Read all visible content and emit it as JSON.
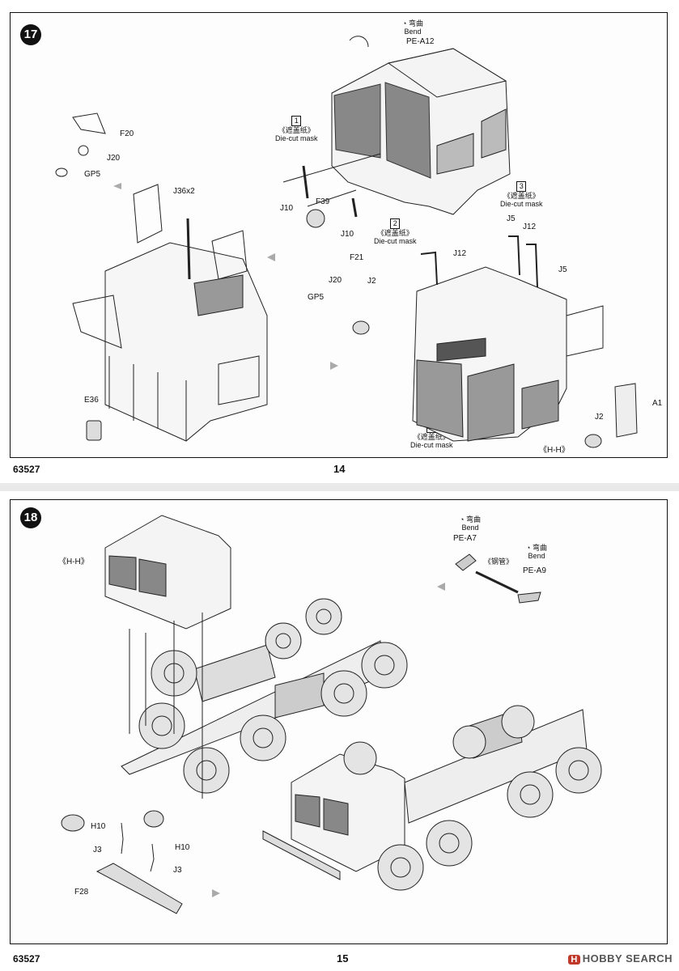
{
  "page_top": {
    "step": "17",
    "code": "63527",
    "page_number": "14",
    "labels": {
      "pe_a12": "PE-A12",
      "bend_cn": "弯曲",
      "bend_en": "Bend",
      "mask_cn": "《遮盖纸》",
      "mask_en": "Die-cut mask",
      "mask1": "1",
      "mask2": "2",
      "mask3": "3",
      "mask4": "4",
      "f20": "F20",
      "j20a": "J20",
      "gp5a": "GP5",
      "j36": "J36x2",
      "j10a": "J10",
      "j10b": "J10",
      "f39": "F39",
      "f21": "F21",
      "j20b": "J20",
      "gp5b": "GP5",
      "j2a": "J2",
      "j2b": "J2",
      "j5a": "J5",
      "j5b": "J5",
      "j12a": "J12",
      "j12b": "J12",
      "a1": "A1",
      "e36": "E36",
      "hh": "《H-H》"
    }
  },
  "page_bottom": {
    "step": "18",
    "code": "63527",
    "page_number": "15",
    "labels": {
      "hh": "《H-H》",
      "bend_cn": "弯曲",
      "bend_en": "Bend",
      "pe_a7": "PE-A7",
      "pe_a9": "PE-A9",
      "pipe_cn": "《钢管》",
      "h10a": "H10",
      "h10b": "H10",
      "j3a": "J3",
      "j3b": "J3",
      "f28": "F28"
    },
    "watermark_logo": "H",
    "watermark": "HOBBY SEARCH"
  }
}
